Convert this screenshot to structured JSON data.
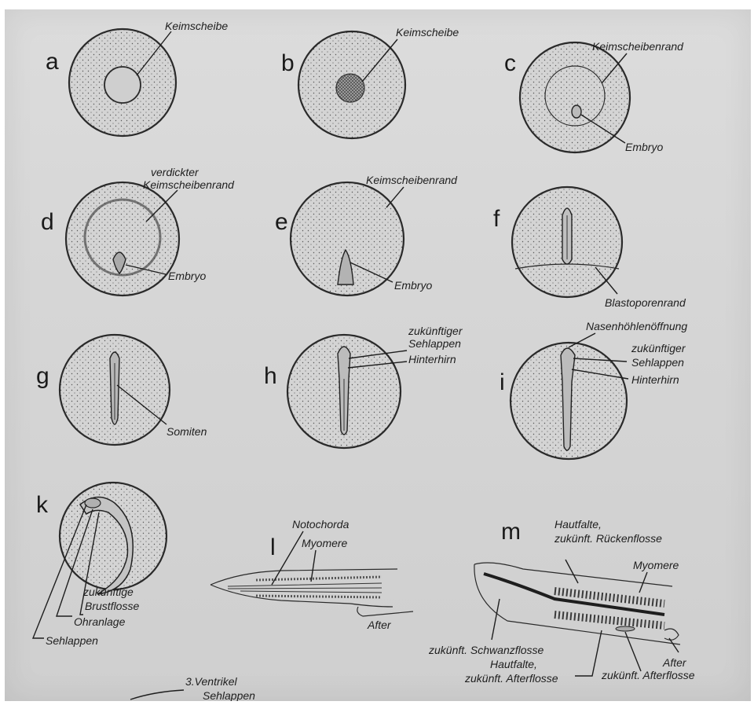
{
  "panels": {
    "a": {
      "letter": "a",
      "labels": [
        "Keimscheibe"
      ]
    },
    "b": {
      "letter": "b",
      "labels": [
        "Keimscheibe"
      ]
    },
    "c": {
      "letter": "c",
      "labels": [
        "Keimscheibenrand",
        "Embryo"
      ]
    },
    "d": {
      "letter": "d",
      "labels": [
        "verdickter",
        "Keimscheibenrand",
        "Embryo"
      ]
    },
    "e": {
      "letter": "e",
      "labels": [
        "Keimscheibenrand",
        "Embryo"
      ]
    },
    "f": {
      "letter": "f",
      "labels": [
        "Blastoporenrand"
      ]
    },
    "g": {
      "letter": "g",
      "labels": [
        "Somiten"
      ]
    },
    "h": {
      "letter": "h",
      "labels": [
        "zukünftiger",
        "Sehlappen",
        "Hinterhirn"
      ]
    },
    "i": {
      "letter": "i",
      "labels": [
        "Nasenhöhlenöffnung",
        "zukünftiger",
        "Sehlappen",
        "Hinterhirn"
      ]
    },
    "k": {
      "letter": "k",
      "labels": [
        "zukünftige",
        "Brustflosse",
        "Ohranlage",
        "Sehlappen"
      ]
    },
    "l": {
      "letter": "l",
      "labels": [
        "Notochorda",
        "Myomere",
        "After"
      ]
    },
    "m": {
      "letter": "m",
      "labels": [
        "Hautfalte,",
        "zukünft. Rückenflosse",
        "Myomere",
        "zukünft. Schwanzflosse",
        "Hautfalte,",
        "zukünft. Afterflosse",
        "After",
        "zukünft. Afterflosse"
      ]
    }
  },
  "footer": {
    "labels": [
      "3.Ventrikel",
      "Sehlappen"
    ]
  },
  "colors": {
    "paper": "#d6d6d6",
    "ink": "#1e1e1e"
  }
}
